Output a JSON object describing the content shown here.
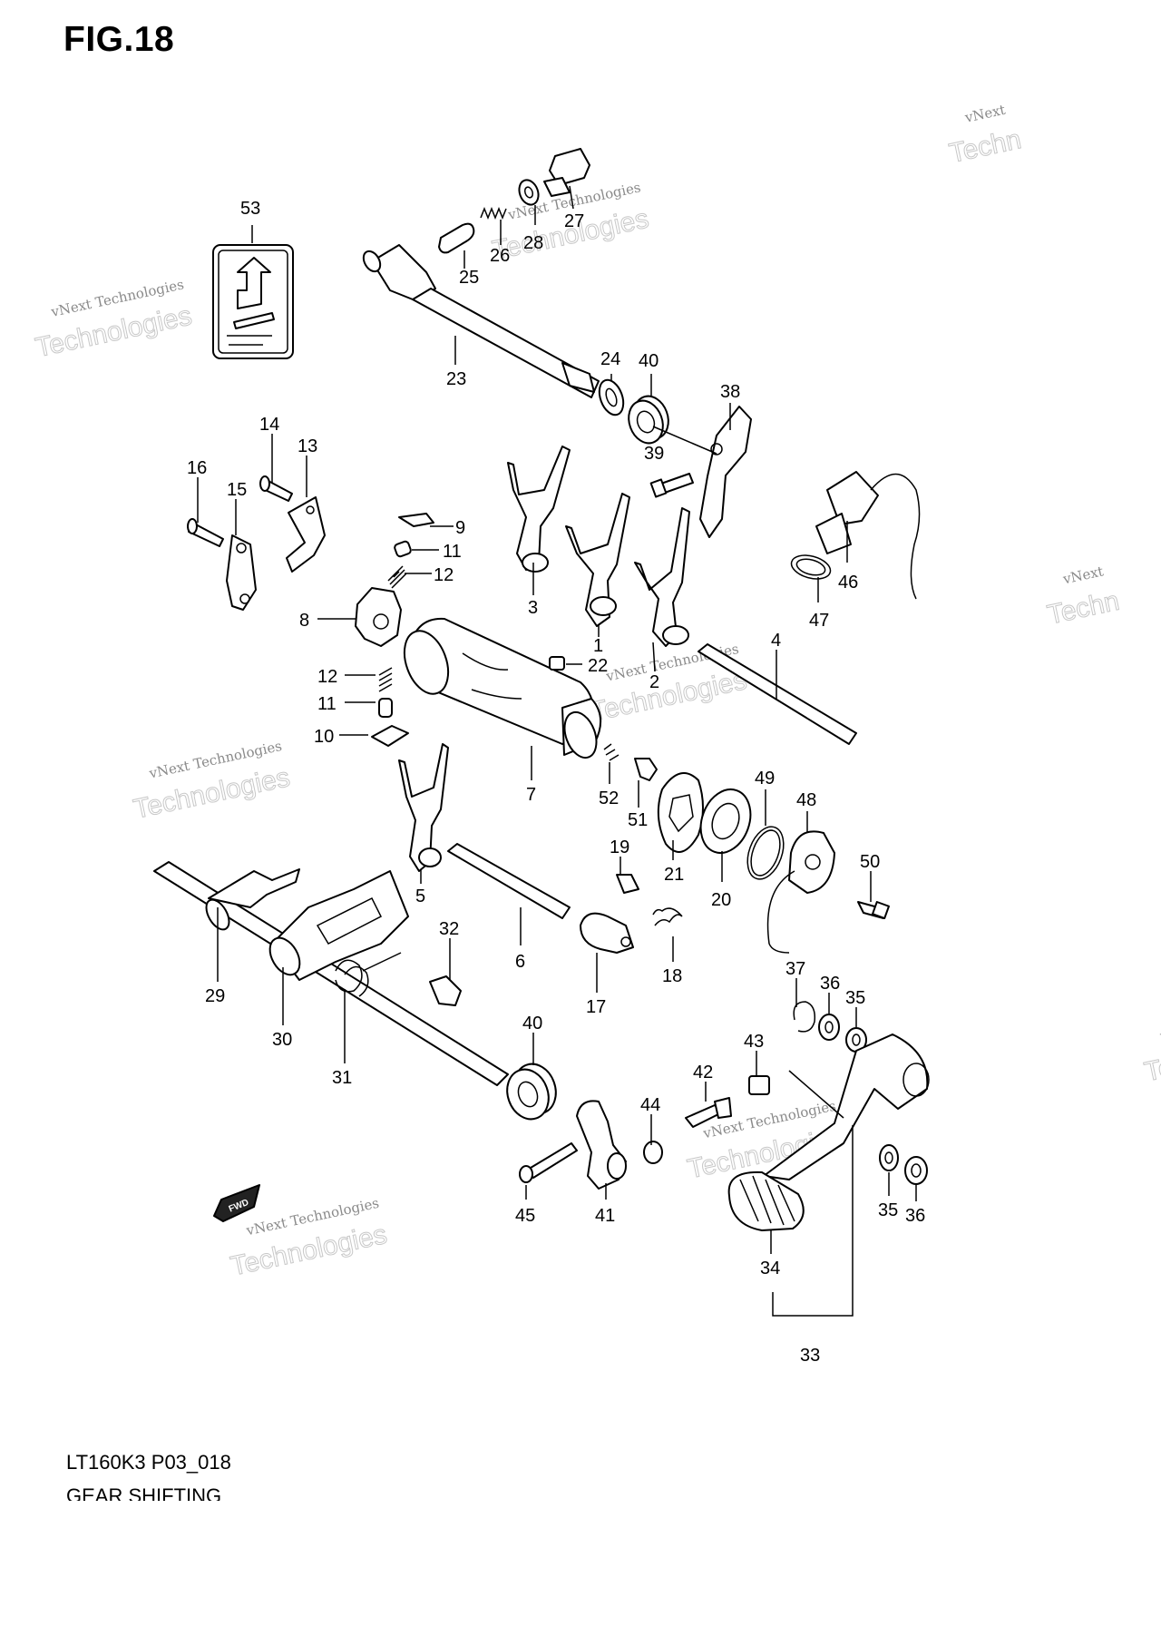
{
  "figure": {
    "title": "FIG.18",
    "model_code": "LT160K3 P03_018",
    "caption": "GEAR SHIFTING"
  },
  "watermark": {
    "small_text": "vNext Technologies",
    "big_text": "Technologies",
    "edge_small_text": "vNext",
    "edge_big_text": "Techn"
  },
  "fwd_badge": "FWD",
  "callouts": [
    {
      "id": "c53",
      "text": "53"
    },
    {
      "id": "c27",
      "text": "27"
    },
    {
      "id": "c28",
      "text": "28"
    },
    {
      "id": "c26",
      "text": "26"
    },
    {
      "id": "c25",
      "text": "25"
    },
    {
      "id": "c23",
      "text": "23"
    },
    {
      "id": "c24",
      "text": "24"
    },
    {
      "id": "c40a",
      "text": "40"
    },
    {
      "id": "c38",
      "text": "38"
    },
    {
      "id": "c39",
      "text": "39"
    },
    {
      "id": "c14",
      "text": "14"
    },
    {
      "id": "c13",
      "text": "13"
    },
    {
      "id": "c16",
      "text": "16"
    },
    {
      "id": "c15",
      "text": "15"
    },
    {
      "id": "c9",
      "text": "9"
    },
    {
      "id": "c11a",
      "text": "11"
    },
    {
      "id": "c12a",
      "text": "12"
    },
    {
      "id": "c3",
      "text": "3"
    },
    {
      "id": "c1",
      "text": "1"
    },
    {
      "id": "c46",
      "text": "46"
    },
    {
      "id": "c47",
      "text": "47"
    },
    {
      "id": "c8",
      "text": "8"
    },
    {
      "id": "c22",
      "text": "22"
    },
    {
      "id": "c2",
      "text": "2"
    },
    {
      "id": "c4",
      "text": "4"
    },
    {
      "id": "c12b",
      "text": "12"
    },
    {
      "id": "c11b",
      "text": "11"
    },
    {
      "id": "c10",
      "text": "10"
    },
    {
      "id": "c7",
      "text": "7"
    },
    {
      "id": "c52",
      "text": "52"
    },
    {
      "id": "c51",
      "text": "51"
    },
    {
      "id": "c49",
      "text": "49"
    },
    {
      "id": "c48",
      "text": "48"
    },
    {
      "id": "c21",
      "text": "21"
    },
    {
      "id": "c20",
      "text": "20"
    },
    {
      "id": "c50",
      "text": "50"
    },
    {
      "id": "c19",
      "text": "19"
    },
    {
      "id": "c5",
      "text": "5"
    },
    {
      "id": "c29",
      "text": "29"
    },
    {
      "id": "c32",
      "text": "32"
    },
    {
      "id": "c6",
      "text": "6"
    },
    {
      "id": "c18",
      "text": "18"
    },
    {
      "id": "c17",
      "text": "17"
    },
    {
      "id": "c37",
      "text": "37"
    },
    {
      "id": "c36a",
      "text": "36"
    },
    {
      "id": "c35a",
      "text": "35"
    },
    {
      "id": "c30",
      "text": "30"
    },
    {
      "id": "c31",
      "text": "31"
    },
    {
      "id": "c40b",
      "text": "40"
    },
    {
      "id": "c43",
      "text": "43"
    },
    {
      "id": "c42",
      "text": "42"
    },
    {
      "id": "c44",
      "text": "44"
    },
    {
      "id": "c45",
      "text": "45"
    },
    {
      "id": "c41",
      "text": "41"
    },
    {
      "id": "c35b",
      "text": "35"
    },
    {
      "id": "c36b",
      "text": "36"
    },
    {
      "id": "c34",
      "text": "34"
    },
    {
      "id": "c33",
      "text": "33"
    }
  ]
}
